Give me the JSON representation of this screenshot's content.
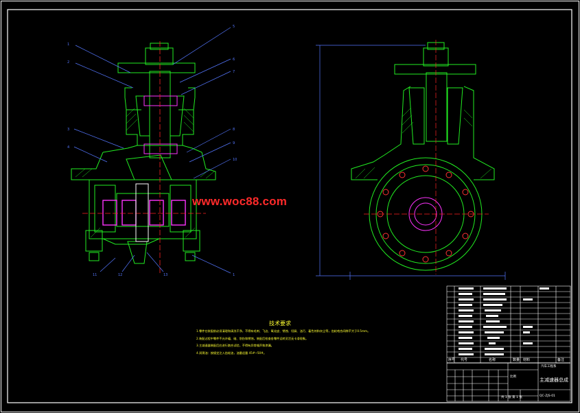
{
  "watermark": "www.woc88.com",
  "tech_requirements": {
    "title": "技术要求",
    "notes": [
      "1.零件在装配前必须清理和清洗干净，不得有毛刺、飞边、氧化皮、锈蚀、切屑、油污、着色剂和灰尘等，齿轮啮合间隙不大于0.5mm。",
      "2.装配过程中零件不允许磕、碰、划伤和锈蚀，装配后检查各零件运转灵活无卡滞现象。",
      "3.主减速器装配后应进行跑合试验，不得有异常噪声和渗漏。",
      "4.润滑油：按规定注入齿轮油，油量适量 45#~50#。"
    ]
  },
  "title_block": {
    "drawing_title": "主减速器总成",
    "school": "汽车工程系",
    "drawing_number": "QC-ZJS-01",
    "col_seq": "序号",
    "col_name": "名称",
    "col_qty": "数量",
    "col_material": "材料",
    "col_note": "备注",
    "col_code": "代号",
    "scale_label": "比例",
    "sheet_label": "共 1 张 第 1 张"
  },
  "balloons": [
    "1",
    "2",
    "3",
    "4",
    "5",
    "6",
    "7",
    "8",
    "9",
    "10",
    "11",
    "12",
    "13"
  ]
}
